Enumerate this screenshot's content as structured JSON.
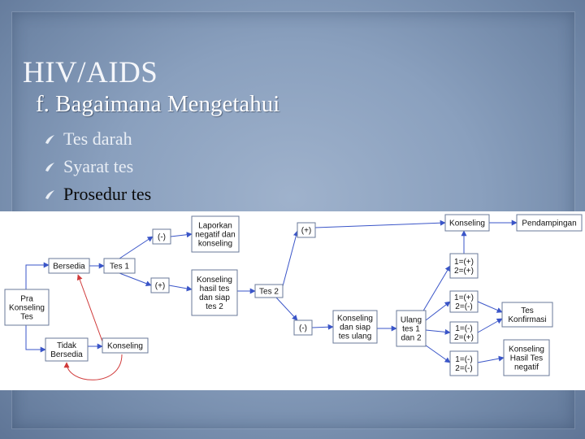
{
  "slide": {
    "title": "HIV/AIDS",
    "subtitle": "f. Bagaimana Mengetahui",
    "bullets": [
      "Tes darah",
      "Syarat tes",
      "Prosedur tes"
    ]
  },
  "diagram": {
    "nodes": {
      "pra": [
        "Pra",
        "Konseling",
        "Tes"
      ],
      "bersedia": [
        "Bersedia"
      ],
      "tidak": [
        "Tidak",
        "Bersedia"
      ],
      "konseling1": [
        "Konseling"
      ],
      "tes1": [
        "Tes 1"
      ],
      "neg1": [
        "(-)"
      ],
      "pos1": [
        "(+)"
      ],
      "laporkan": [
        "Laporkan",
        "negatif dan",
        "konseling"
      ],
      "konsHasil": [
        "Konseling",
        "hasil tes",
        "dan siap",
        "tes 2"
      ],
      "tes2": [
        "Tes 2"
      ],
      "pos2": [
        "(+)"
      ],
      "neg2": [
        "(-)"
      ],
      "konsUlang": [
        "Konseling",
        "dan siap",
        "tes ulang"
      ],
      "ulang": [
        "Ulang",
        "tes 1",
        "dan 2"
      ],
      "konseling2": [
        "Konseling"
      ],
      "pendampingan": [
        "Pendampingan"
      ],
      "r1": [
        "1=(+)",
        "2=(+)"
      ],
      "r2": [
        "1=(+)",
        "2=(-)"
      ],
      "r3": [
        "1=(-)",
        "2=(+)"
      ],
      "r4": [
        "1=(-)",
        "2=(-)"
      ],
      "konfirmasi": [
        "Tes",
        "Konfirmasi"
      ],
      "negatif": [
        "Konseling",
        "Hasil Tes",
        "negatif"
      ]
    }
  }
}
